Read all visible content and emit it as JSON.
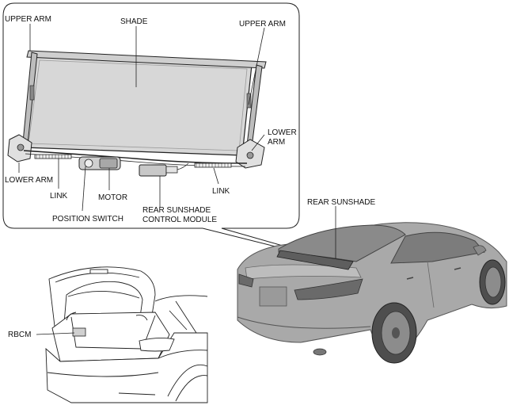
{
  "callouts": {
    "upper_arm_left": "UPPER ARM",
    "shade": "SHADE",
    "upper_arm_right": "UPPER ARM",
    "lower_arm_right_1": "LOWER",
    "lower_arm_right_2": "ARM",
    "lower_arm_left": "LOWER ARM",
    "link_left": "LINK",
    "motor": "MOTOR",
    "link_right": "LINK",
    "position_switch": "POSITION SWITCH",
    "control_module_1": "REAR SUNSHADE",
    "control_module_2": "CONTROL MODULE",
    "rear_sunshade": "REAR SUNSHADE",
    "rbcm": "RBCM"
  },
  "colors": {
    "line": "#222222",
    "shade_fill": "#d7d7d7",
    "car_body": "#a9a9a9",
    "car_dark": "#6e6e6e",
    "window": "#8a8a8a"
  }
}
